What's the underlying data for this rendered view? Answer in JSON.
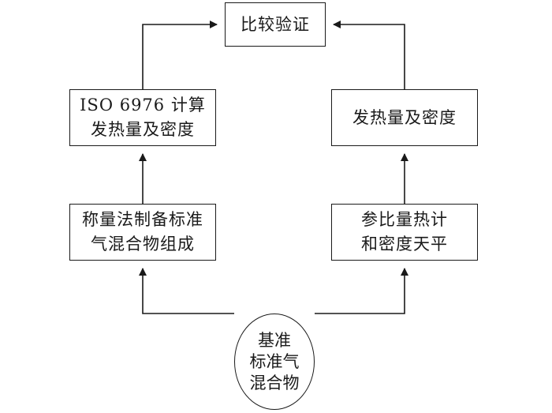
{
  "nodes": {
    "compare": {
      "text": "比较验证"
    },
    "iso": {
      "line1": "ISO 6976 计算",
      "line2": "发热量及密度"
    },
    "heat": {
      "text": "发热量及密度"
    },
    "weigh": {
      "line1": "称量法制备标准",
      "line2": "气混合物组成"
    },
    "calor": {
      "line1": "参比量热计",
      "line2": "和密度天平"
    },
    "source": {
      "line1": "基准",
      "line2": "标准气",
      "line3": "混合物"
    }
  },
  "edges": [
    {
      "from": "source",
      "to": "weigh"
    },
    {
      "from": "source",
      "to": "calor"
    },
    {
      "from": "weigh",
      "to": "iso"
    },
    {
      "from": "calor",
      "to": "heat"
    },
    {
      "from": "iso",
      "to": "compare"
    },
    {
      "from": "heat",
      "to": "compare"
    }
  ],
  "colors": {
    "line": "#1a1a1a",
    "background": "#ffffff"
  }
}
